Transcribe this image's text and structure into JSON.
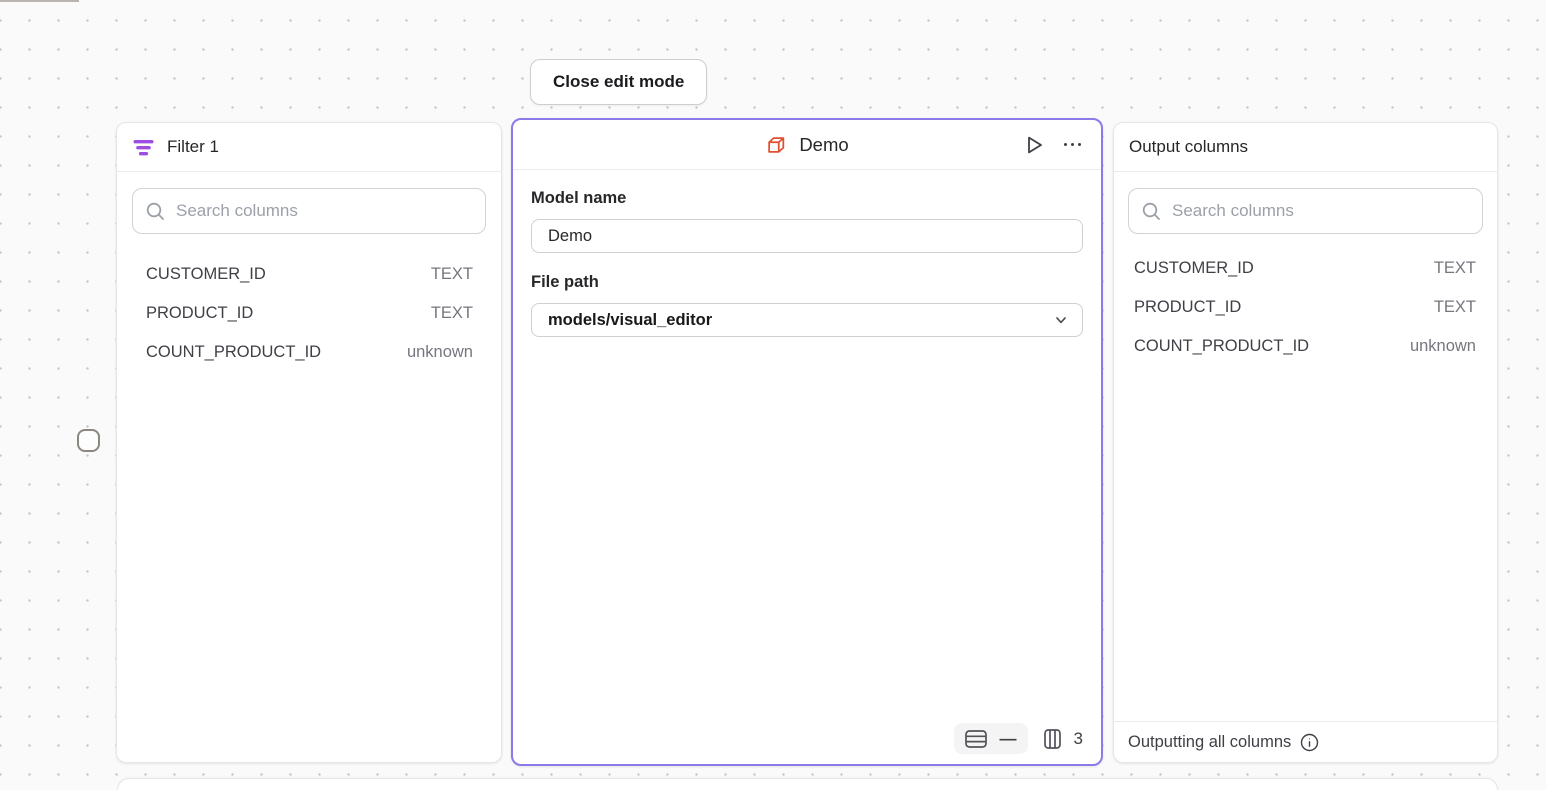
{
  "toolbar": {
    "close_button": "Close edit mode"
  },
  "colors": {
    "accent_purple": "#8b7ae8",
    "filter_icon_purple": "#9d4ee0",
    "cube_icon_orange": "#e0502f",
    "canvas_background": "#fafafa"
  },
  "icons": {
    "filter": "filter-lines-icon",
    "model": "cube-icon",
    "run": "play-icon",
    "menu": "ellipsis-icon",
    "search": "magnifier-icon",
    "rows": "table-rows-icon",
    "columns": "table-columns-icon",
    "dropdown": "chevron-down-icon",
    "info": "info-circle-icon"
  },
  "filter_panel": {
    "title": "Filter 1",
    "search_placeholder": "Search columns",
    "columns": [
      {
        "name": "CUSTOMER_ID",
        "type": "TEXT"
      },
      {
        "name": "PRODUCT_ID",
        "type": "TEXT"
      },
      {
        "name": "COUNT_PRODUCT_ID",
        "type": "unknown"
      }
    ]
  },
  "model_panel": {
    "title": "Demo",
    "model_name_label": "Model name",
    "model_name_value": "Demo",
    "file_path_label": "File path",
    "file_path_value": "models/visual_editor",
    "row_count": "—",
    "column_count": "3"
  },
  "output_panel": {
    "title": "Output columns",
    "search_placeholder": "Search columns",
    "columns": [
      {
        "name": "CUSTOMER_ID",
        "type": "TEXT"
      },
      {
        "name": "PRODUCT_ID",
        "type": "TEXT"
      },
      {
        "name": "COUNT_PRODUCT_ID",
        "type": "unknown"
      }
    ],
    "footer_note": "Outputting all columns"
  }
}
